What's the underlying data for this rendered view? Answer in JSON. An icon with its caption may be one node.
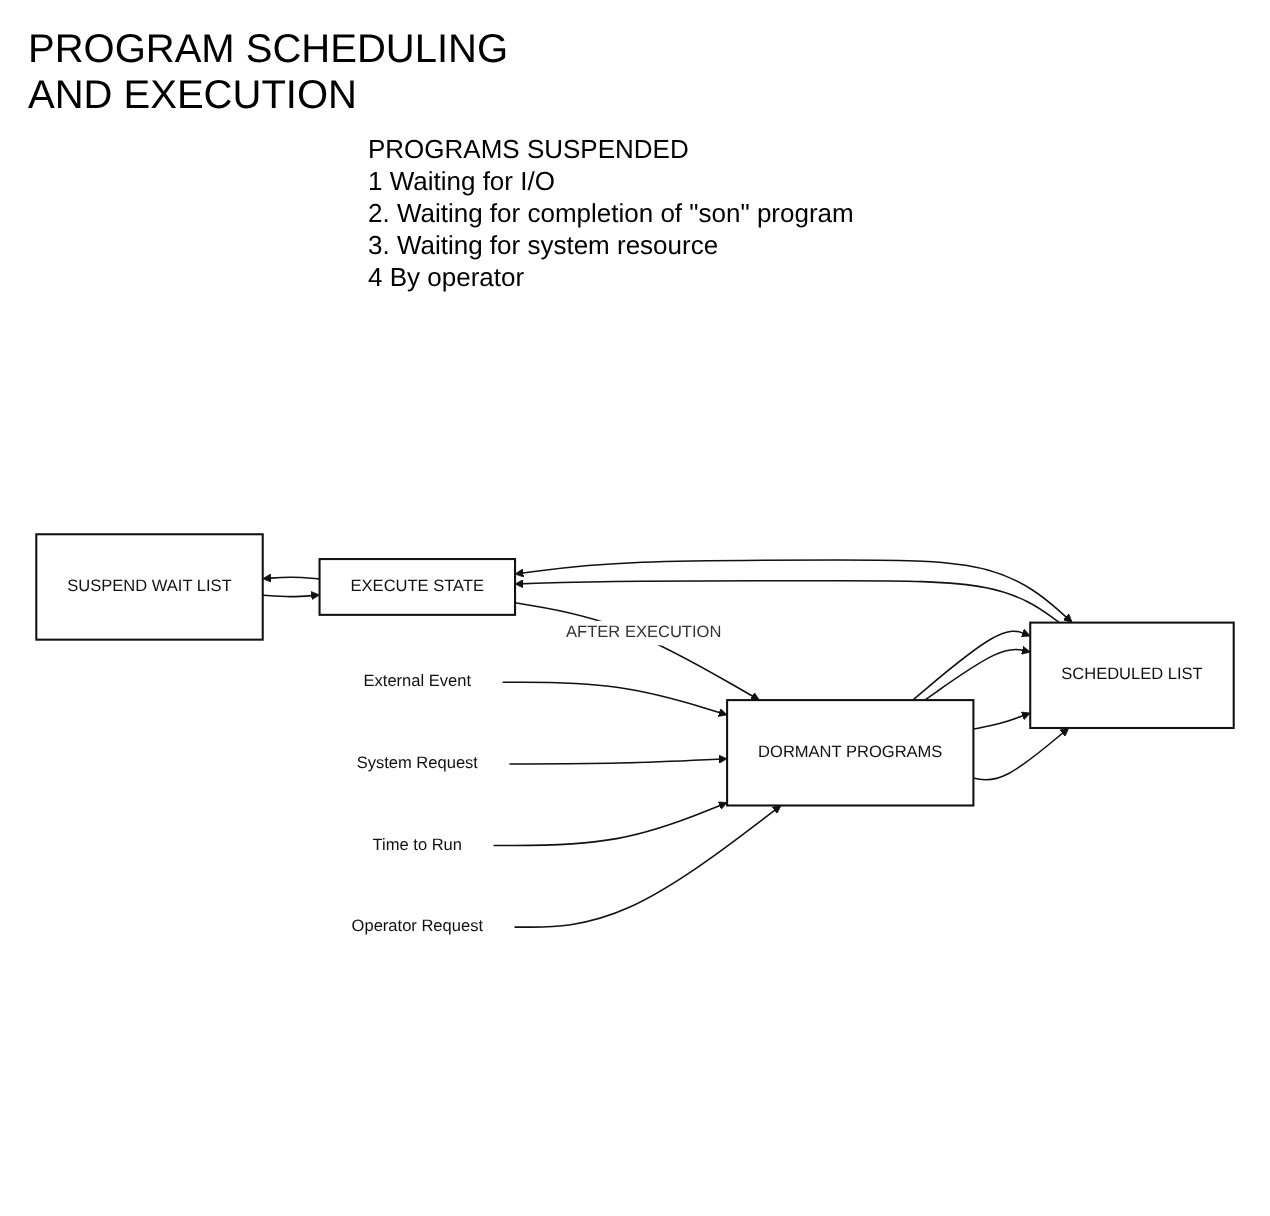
{
  "diagram": {
    "title": "PROGRAM SCHEDULING AND EXECUTION",
    "nodes": [
      {
        "text": [
          "SUSPEND WAIT LIST"
        ]
      },
      {
        "text": [
          "EXECUTE STATE"
        ]
      },
      {
        "text": [
          "DORMANT PROGRAMS"
        ]
      },
      {
        "text": [
          "SCHEDULED LIST"
        ]
      },
      {
        "text": [
          "External Event"
        ]
      },
      {
        "text": [
          "System Request"
        ]
      },
      {
        "text": [
          "Time to Run"
        ]
      },
      {
        "text": [
          "Operator Request"
        ]
      }
    ],
    "edges": [
      {
        "from": 1,
        "to": 0,
        "arrow": "to"
      },
      {
        "from": 0,
        "to": 1,
        "arrow": "to"
      },
      {
        "from": 1,
        "to": 2,
        "arrow": "to",
        "label": "AFTER EXECUTION"
      },
      {
        "from": 3,
        "to": 1,
        "arrow": "to"
      },
      {
        "from": 3,
        "to": 1,
        "arrow": "both"
      },
      {
        "from": 4,
        "to": 2,
        "arrow": "to"
      },
      {
        "from": 5,
        "to": 2,
        "arrow": "to"
      },
      {
        "from": 6,
        "to": 2,
        "arrow": "to"
      },
      {
        "from": 7,
        "to": 2,
        "arrow": "to"
      },
      {
        "from": 2,
        "to": 3,
        "arrow": "to"
      },
      {
        "from": 2,
        "to": 3,
        "arrow": "to"
      },
      {
        "from": 2,
        "to": 3,
        "arrow": "to"
      },
      {
        "from": 2,
        "to": 3,
        "arrow": "to"
      }
    ],
    "labels": [
      "PROGRAMS SUSPENDED",
      "1 Waiting for I/O",
      "2. Waiting for completion of \"son\" program",
      "3. Waiting for system resource",
      "4 By operator"
    ]
  }
}
